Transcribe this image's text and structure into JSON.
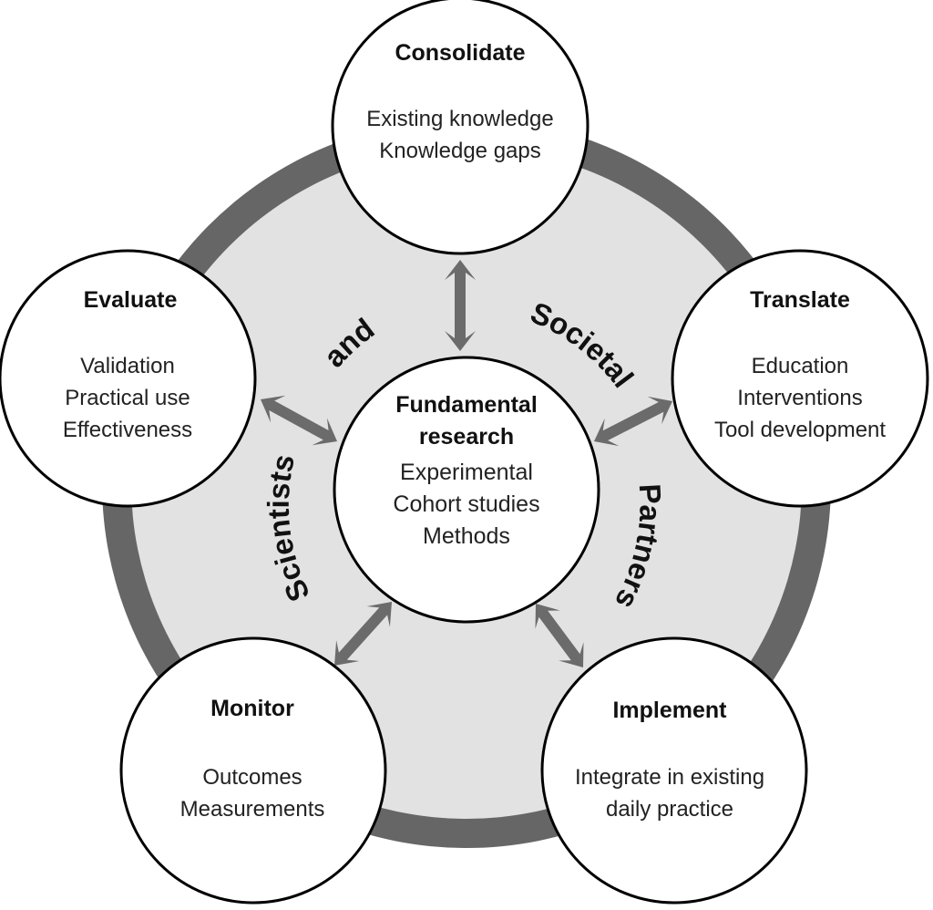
{
  "colors": {
    "ring": "#666666",
    "disc": "#e2e2e2",
    "circle_fill": "#ffffff",
    "circle_stroke": "#000000",
    "arrow": "#6b6b6b"
  },
  "center": {
    "title_lines": [
      "Fundamental",
      "research"
    ],
    "lines": [
      "Experimental",
      "Cohort studies",
      "Methods"
    ]
  },
  "ring_label": {
    "words": [
      "Scientists",
      "and",
      "Societal",
      "Partners"
    ]
  },
  "nodes": [
    {
      "id": "consolidate",
      "title": "Consolidate",
      "lines": [
        "Existing knowledge",
        "Knowledge gaps"
      ]
    },
    {
      "id": "translate",
      "title": "Translate",
      "lines": [
        "Education",
        "Interventions",
        "Tool development"
      ]
    },
    {
      "id": "implement",
      "title": "Implement",
      "lines": [
        "Integrate in existing",
        "daily practice"
      ]
    },
    {
      "id": "monitor",
      "title": "Monitor",
      "lines": [
        "Outcomes",
        "Measurements"
      ]
    },
    {
      "id": "evaluate",
      "title": "Evaluate",
      "lines": [
        "Validation",
        "Practical use",
        "Effectiveness"
      ]
    }
  ],
  "connections": [
    {
      "from": "fundamental-research",
      "to": "consolidate",
      "type": "bidirectional"
    },
    {
      "from": "fundamental-research",
      "to": "translate",
      "type": "bidirectional"
    },
    {
      "from": "fundamental-research",
      "to": "implement",
      "type": "bidirectional"
    },
    {
      "from": "fundamental-research",
      "to": "monitor",
      "type": "bidirectional"
    },
    {
      "from": "fundamental-research",
      "to": "evaluate",
      "type": "bidirectional"
    }
  ]
}
